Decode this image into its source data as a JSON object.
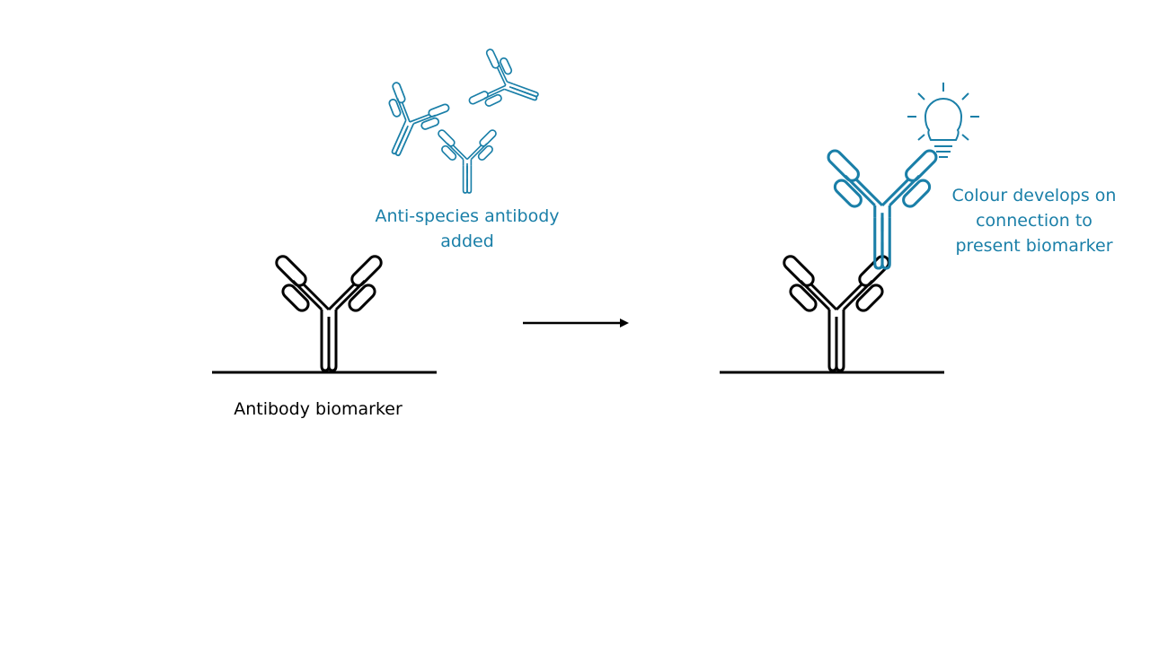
{
  "diagram": {
    "colors": {
      "biomarker": "#000000",
      "anti_species": "#1a7fa8",
      "background": "#ffffff"
    },
    "left_panel": {
      "caption": "Antibody biomarker",
      "added_label_line1": "Anti-species antibody",
      "added_label_line2": "added"
    },
    "right_panel": {
      "result_label_line1": "Colour develops on",
      "result_label_line2": "connection to",
      "result_label_line3": "present biomarker",
      "icon": "lightbulb-icon"
    },
    "arrow": {
      "direction": "right"
    }
  }
}
